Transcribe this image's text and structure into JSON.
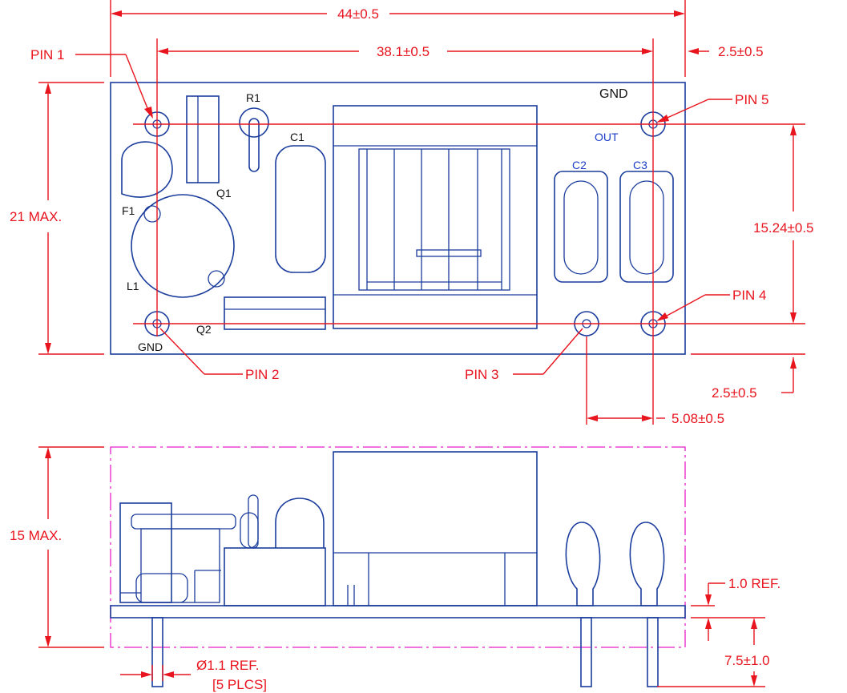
{
  "dimensions": {
    "overall_length": "44±0.5",
    "pin_span": "38.1±0.5",
    "right_edge_offset": "2.5±0.5",
    "max_width": "21 MAX.",
    "pin_row_spacing": "15.24±0.5",
    "bottom_edge_offset": "2.5±0.5",
    "pin_pitch": "5.08±0.5",
    "max_height": "15 MAX.",
    "board_thickness": "1.0 REF.",
    "pin_length": "7.5±1.0",
    "pin_diameter": "Ø1.1 REF.",
    "pin_count_note": "[5 PLCS]"
  },
  "pins": {
    "pin1": "PIN 1",
    "pin2": "PIN 2",
    "pin3": "PIN 3",
    "pin4": "PIN 4",
    "pin5": "PIN 5"
  },
  "board_labels": {
    "gnd_top": "GND",
    "gnd_bottom": "GND",
    "out": "OUT",
    "r1": "R1",
    "c1": "C1",
    "c2": "C2",
    "c3": "C3",
    "q1": "Q1",
    "q2": "Q2",
    "f1": "F1",
    "l1": "L1"
  },
  "colors": {
    "dimension": "#e8141e",
    "outline": "#1a3c9c",
    "envelope": "#e81ec8",
    "board_text": "#111111",
    "out_label": "#1a3cc8"
  }
}
